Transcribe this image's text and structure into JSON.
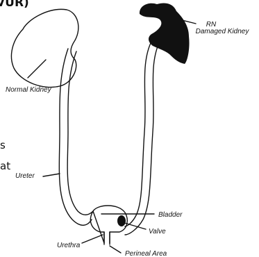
{
  "title_fragment": "VUR)",
  "side_text": [
    "s",
    "at"
  ],
  "labels": {
    "rn": "RN",
    "damaged_kidney": "Damaged Kidney",
    "normal_kidney": "Normal Kidney",
    "ureter": "Ureter",
    "bladder": "Bladder",
    "valve": "Valve",
    "urethra": "Urethra",
    "perineal_area": "Perineal Area"
  },
  "colors": {
    "ink": "#111111",
    "background": "#ffffff"
  }
}
